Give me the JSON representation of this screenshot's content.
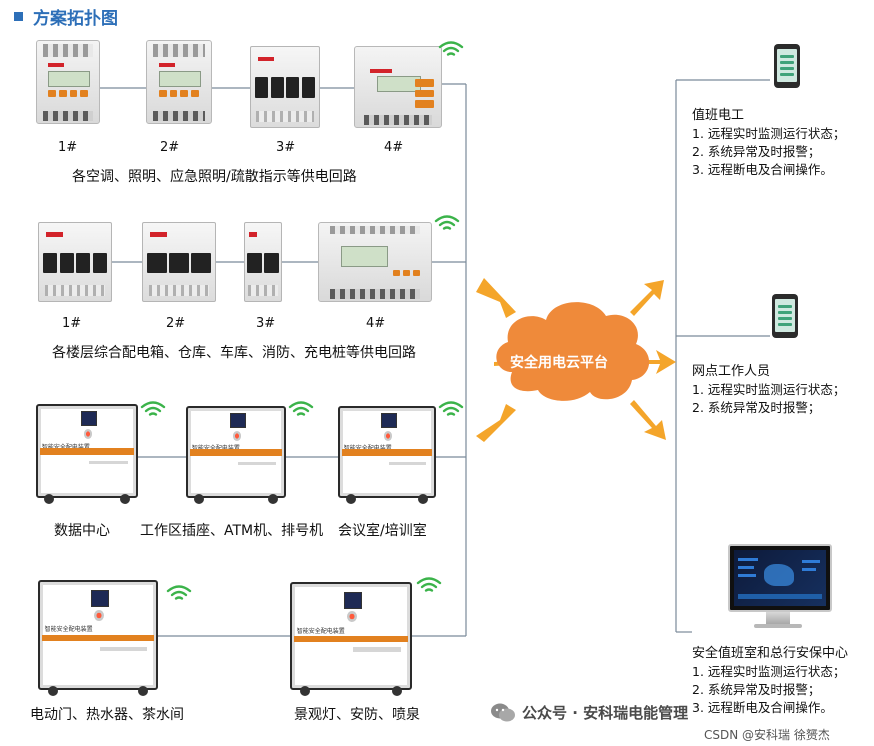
{
  "heading": "方案拓扑图",
  "row1": {
    "labels": [
      "1#",
      "2#",
      "3#",
      "4#"
    ],
    "caption": "各空调、照明、应急照明/疏散指示等供电回路"
  },
  "row2": {
    "labels": [
      "1#",
      "2#",
      "3#",
      "4#"
    ],
    "caption": "各楼层综合配电箱、仓库、车库、消防、充电桩等供电回路"
  },
  "row3": {
    "labels": [
      "数据中心",
      "工作区插座、ATM机、排号机",
      "会议室/培训室"
    ]
  },
  "row4": {
    "labels": [
      "电动门、热水器、茶水间",
      "景观灯、安防、喷泉"
    ]
  },
  "cloud": "安全用电云平台",
  "right": [
    {
      "title": "值班电工",
      "items": [
        "1. 远程实时监测运行状态；",
        "2. 系统异常及时报警；",
        "3. 远程断电及合闸操作。"
      ]
    },
    {
      "title": "网点工作人员",
      "items": [
        "1. 远程实时监测运行状态；",
        "2. 系统异常及时报警；"
      ]
    },
    {
      "title": "安全值班室和总行安保中心",
      "items": [
        "1. 远程实时监测运行状态；",
        "2. 系统异常及时报警；",
        "3. 远程断电及合闸操作。"
      ]
    }
  ],
  "footer": {
    "wechat": "公众号 · 安科瑞电能管理",
    "csdn": "CSDN @安科瑞 徐赟杰"
  },
  "colors": {
    "accent_blue": "#2d6fb8",
    "cloud_orange": "#ef8a3a",
    "arrow_orange": "#f4a52a",
    "wifi_green": "#3bb34a",
    "line_gray": "#7a8a9a"
  },
  "icons": [
    "wifi-icon",
    "cloud-icon",
    "phone-icon",
    "monitor-icon",
    "wechat-icon"
  ]
}
